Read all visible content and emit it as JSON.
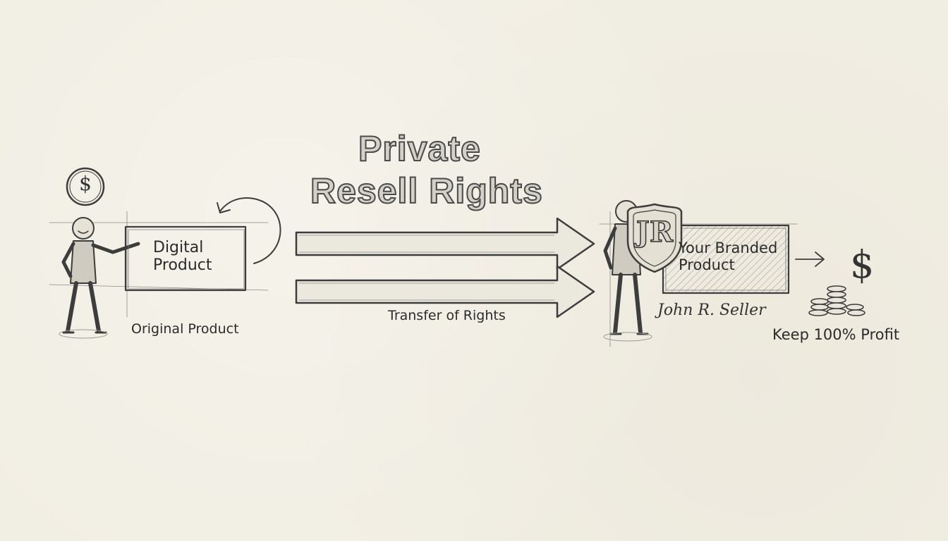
{
  "diagram": {
    "title_line1": "Private",
    "title_line2": "Resell Rights",
    "original_box_label": "Digital\nProduct",
    "original_caption": "Original Product",
    "transfer_caption": "Transfer of Rights",
    "branded_box_label": "Your Branded\nProduct",
    "signature": "John R. Seller",
    "profit_caption": "Keep 100% Profit",
    "shield_monogram": "JR",
    "coin_symbol": "$",
    "profit_symbol": "$"
  },
  "icons": [
    "dollar-coin-icon",
    "curved-arrow-icon",
    "shield-icon",
    "small-arrow-icon",
    "coin-stack-icon",
    "dollar-sign-icon"
  ],
  "colors": {
    "paper": "#f1eee3",
    "ink": "#3a3a3a",
    "title_fill": "#d4d1c8"
  }
}
